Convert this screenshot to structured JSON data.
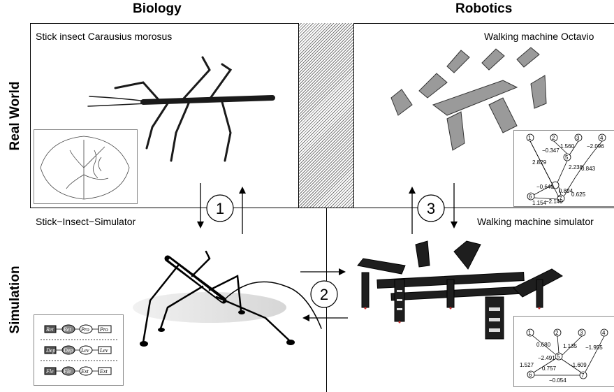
{
  "columns": {
    "biology": "Biology",
    "robotics": "Robotics"
  },
  "rows": {
    "real_world": "Real World",
    "simulation": "Simulation"
  },
  "cells": {
    "bio_real": "Stick insect Carausius morosus",
    "robot_real": "Walking machine Octavio",
    "bio_sim": "Stick−Insect−Simulator",
    "robot_sim": "Walking machine simulator"
  },
  "arrows": {
    "one": "1",
    "two": "2",
    "three": "3"
  },
  "net_top": {
    "nodes": [
      "1",
      "2",
      "3",
      "4",
      "5",
      "6",
      "7"
    ],
    "weights": [
      "2.829",
      "1.560",
      "−0.347",
      "−2.096",
      "2.238",
      "0.843",
      "−0.640",
      "0.894",
      "0.625",
      "1.154",
      "−2.149"
    ]
  },
  "net_bottom": {
    "nodes": [
      "1",
      "2",
      "3",
      "4",
      "5",
      "6",
      "7"
    ],
    "weights": [
      "0.680",
      "1.135",
      "−1.955",
      "−2.491",
      "−1.609",
      "1.527",
      "0.757",
      "−0.054"
    ]
  },
  "neuro": {
    "rows": [
      {
        "in": "Ret",
        "mid": "Ret",
        "out_small": "Pro",
        "out": "Pro"
      },
      {
        "in": "Dep",
        "mid": "Dep",
        "out_small": "Lev",
        "out": "Lev"
      },
      {
        "in": "Fle",
        "mid": "Fle",
        "out_small": "Ext",
        "out": "Ext"
      }
    ]
  }
}
